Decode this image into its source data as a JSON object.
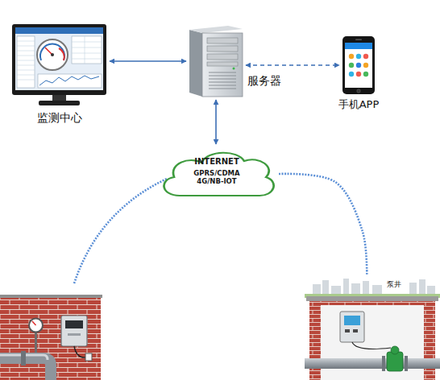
{
  "diagram": {
    "nodes": [
      {
        "text": [
          "监测中心"
        ]
      },
      {
        "text": [
          "服务器"
        ]
      },
      {
        "text": [
          "手机APP"
        ]
      },
      {
        "text": [
          "INTERNET",
          "GPRS/CDMA 4G/NB-IOT"
        ]
      },
      {
        "text": [
          "泵井"
        ]
      }
    ],
    "edges": [
      {
        "from": 0,
        "to": 1,
        "arrow": "both"
      },
      {
        "from": 1,
        "to": 2,
        "arrow": "both"
      },
      {
        "from": 1,
        "to": 3,
        "arrow": "both"
      },
      {
        "from": 3,
        "to": 4,
        "arrow": "none"
      }
    ]
  }
}
